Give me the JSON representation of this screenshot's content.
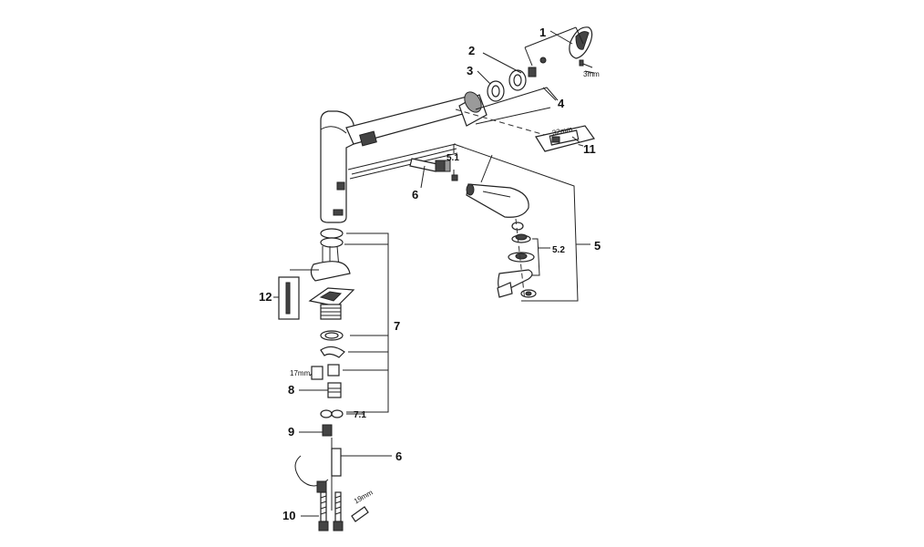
{
  "callouts": {
    "c1": "1",
    "c2": "2",
    "c3": "3",
    "c4": "4",
    "c5": "5",
    "c5_1": "5.1",
    "c5_2": "5.2",
    "c6_top": "6",
    "c6_bottom": "6",
    "c7": "7",
    "c7_1": "7.1",
    "c8": "8",
    "c9": "9",
    "c10": "10",
    "c11": "11",
    "c12": "12"
  },
  "tool_sizes": {
    "hex_3": "3mm",
    "wrench_32": "32mm",
    "wrench_17": "17mm",
    "wrench_19": "19mm"
  },
  "colors": {
    "line": "#222222",
    "background": "#ffffff"
  }
}
